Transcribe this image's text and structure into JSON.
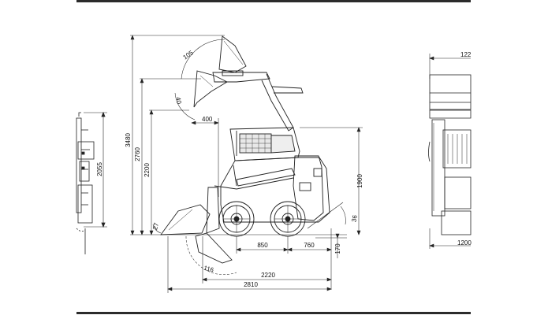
{
  "drawing": {
    "side_view_labels": {
      "height_max": "3480",
      "height_hinge": "2760",
      "height_dump": "2200",
      "reach": "400",
      "angle_top": "105",
      "angle_dump": "40",
      "angle_ground": "27",
      "angle_rollback": "116",
      "cab_height": "1900",
      "departure_angle": "36",
      "wheelbase": "850",
      "rear_length": "760",
      "clearance": "170",
      "length_no_bucket": "2220",
      "length_total": "2810"
    },
    "left_view_labels": {
      "height": "2055"
    },
    "rear_view_labels": {
      "top_width": "122",
      "bottom_width": "1200"
    }
  },
  "colors": {
    "line": "#222222",
    "band": "#2b2b2b",
    "background": "#ffffff"
  }
}
